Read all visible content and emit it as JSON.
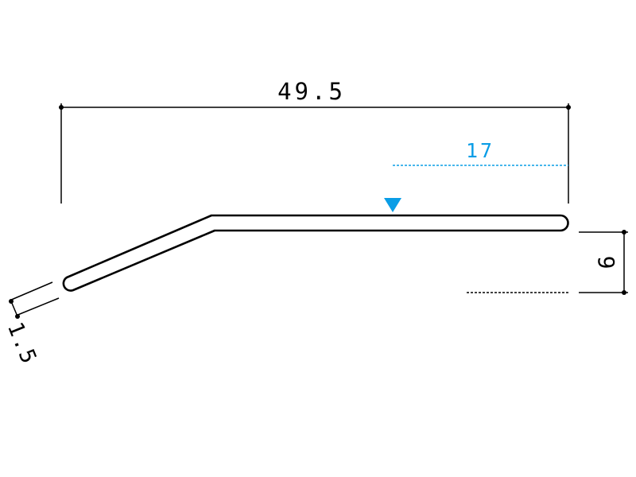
{
  "drawing": {
    "dimensions": {
      "overall_width": "49.5",
      "offset_from_right": "17",
      "height_drop": "9",
      "thickness": "1.5"
    },
    "colors": {
      "line": "#000000",
      "accent": "#0a9de6",
      "background": "#ffffff"
    },
    "icons": {
      "marker": "triangle-down-marker-icon"
    }
  }
}
